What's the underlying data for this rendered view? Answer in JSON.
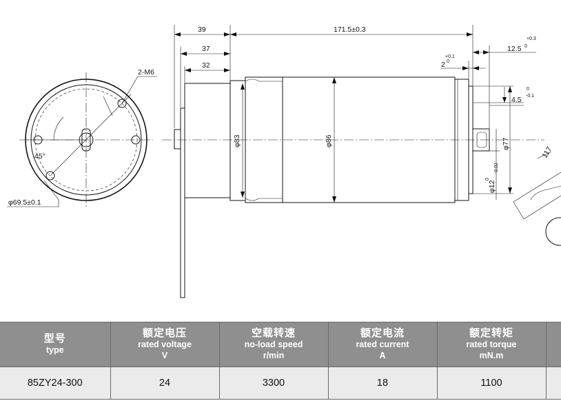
{
  "drawing": {
    "mount_hole_label": "2-M6",
    "angle_label": "45°",
    "bolt_circle_label": "φ69.5±0.1",
    "dim_39": "39",
    "dim_37": "37",
    "dim_32": "32",
    "body_length": "171.5±0.3",
    "shaft_length": "12.5",
    "shaft_length_tol": "+0.3",
    "shaft_length_tol_low": "0",
    "shoulder_2": "2",
    "shoulder_2_tol": "0",
    "shoulder_2_tol_up": "+0.1",
    "key_depth": "4.5",
    "key_depth_tol_up": "0",
    "key_depth_tol_low": "-0.1",
    "dia_83": "φ83",
    "dia_86": "φ86",
    "dia_77": "φ77",
    "shaft_dia": "φ12",
    "shaft_dia_tol_up": "0",
    "shaft_dia_tol_low": "-0.02",
    "edge_dim": "117"
  },
  "table": {
    "headers": [
      {
        "zh": "型号",
        "en": "type",
        "unit": ""
      },
      {
        "zh": "额定电压",
        "en": "rated voltage",
        "unit": "V"
      },
      {
        "zh": "空载转速",
        "en": "no-load speed",
        "unit": "r/min"
      },
      {
        "zh": "额定电流",
        "en": "rated current",
        "unit": "A"
      },
      {
        "zh": "额定转矩",
        "en": "rated torque",
        "unit": "mN.m"
      }
    ],
    "row": [
      "85ZY24-300",
      "24",
      "3300",
      "18",
      "1100"
    ]
  },
  "colors": {
    "header_bg": "#8f8f8f",
    "value_bg": "#ebebeb",
    "line": "#111111"
  }
}
